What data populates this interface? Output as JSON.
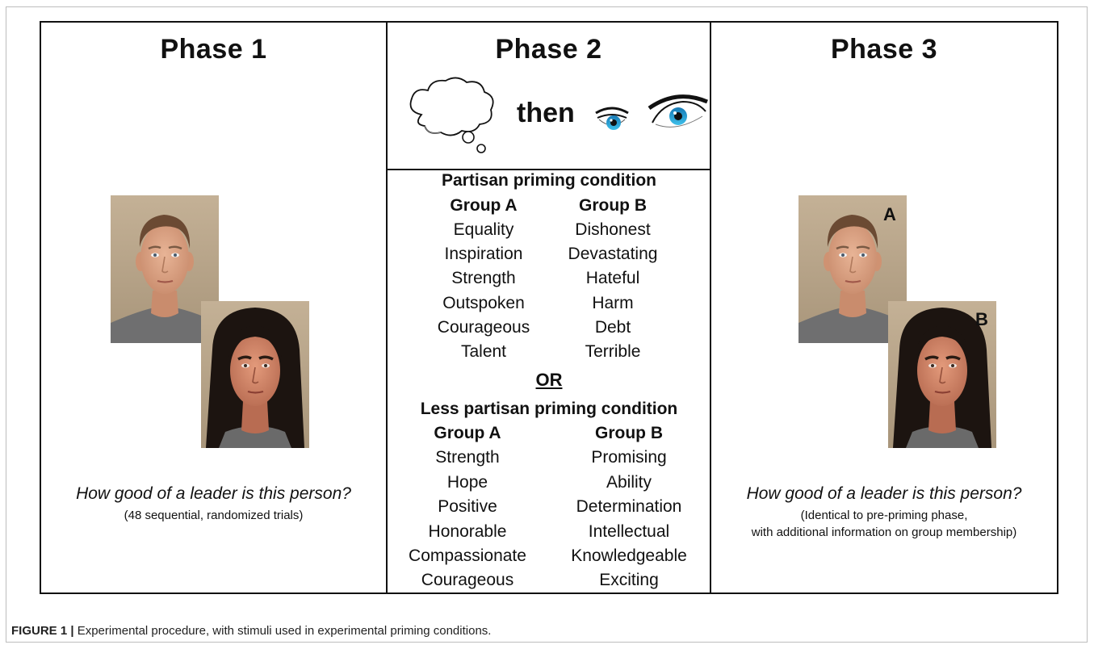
{
  "phases": {
    "phase1": {
      "title": "Phase 1",
      "question": "How good of a leader is this person?",
      "note": "(48 sequential, randomized trials)"
    },
    "phase2": {
      "title": "Phase 2",
      "then_label": "then",
      "partisan": {
        "title": "Partisan priming condition",
        "group_a_header": "Group A",
        "group_b_header": "Group B",
        "group_a": [
          "Equality",
          "Inspiration",
          "Strength",
          "Outspoken",
          "Courageous",
          "Talent"
        ],
        "group_b": [
          "Dishonest",
          "Devastating",
          "Hateful",
          "Harm",
          "Debt",
          "Terrible"
        ]
      },
      "or_label": "OR",
      "less_partisan": {
        "title": "Less partisan priming condition",
        "group_a_header": "Group A",
        "group_b_header": "Group B",
        "group_a": [
          "Strength",
          "Hope",
          "Positive",
          "Honorable",
          "Compassionate",
          "Courageous"
        ],
        "group_b": [
          "Promising",
          "Ability",
          "Determination",
          "Intellectual",
          "Knowledgeable",
          "Exciting"
        ]
      }
    },
    "phase3": {
      "title": "Phase 3",
      "badge_a": "A",
      "badge_b": "B",
      "question": "How good of a leader is this person?",
      "note_line1": "(Identical to pre-priming phase,",
      "note_line2": "with additional information on group membership)"
    }
  },
  "caption": {
    "label": "FIGURE 1 |",
    "text": " Experimental procedure, with stimuli used in experimental priming conditions."
  },
  "colors": {
    "border": "#111111",
    "photo_bg": "#b7a384",
    "eye_iris": "#2ba4d6"
  }
}
